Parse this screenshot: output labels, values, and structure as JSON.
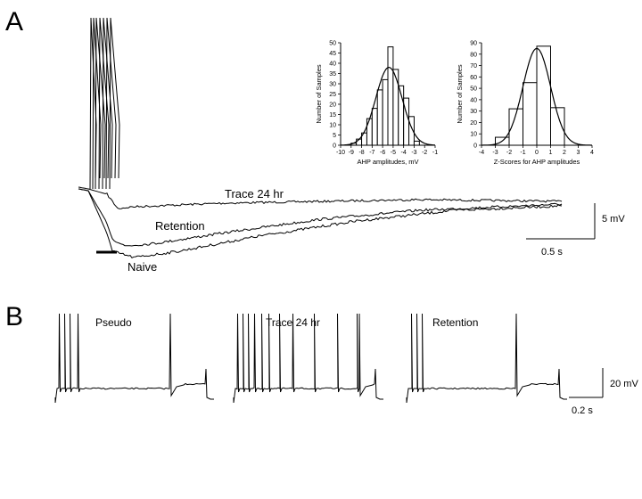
{
  "panels": {
    "a": {
      "letter": "A",
      "trace_labels": [
        "Trace 24 hr",
        "Retention",
        "Naive"
      ],
      "scale_bar": {
        "voltage_label": "5 mV",
        "time_label": "0.5 s"
      }
    },
    "b": {
      "letter": "B",
      "trace_labels": [
        "Pseudo",
        "Trace 24 hr",
        "Retention"
      ],
      "scale_bar": {
        "voltage_label": "20 mV",
        "time_label": "0.2 s"
      }
    }
  },
  "chart_data": [
    {
      "type": "bar",
      "xlabel": "AHP amplitudes, mV",
      "ylabel": "Number of Samples",
      "xlim": [
        -10,
        -1
      ],
      "ylim": [
        0,
        50
      ],
      "xticks": [
        -10,
        -9,
        -8,
        -7,
        -6,
        -5,
        -4,
        -3,
        -2,
        -1
      ],
      "yticks": [
        0,
        5,
        10,
        15,
        20,
        25,
        30,
        35,
        40,
        45,
        50
      ],
      "bin_width": 0.5,
      "bins_left": [
        -9,
        -8.5,
        -8,
        -7.5,
        -7,
        -6.5,
        -6,
        -5.5,
        -5,
        -4.5,
        -4,
        -3.5,
        -3
      ],
      "values": [
        1,
        3,
        6,
        13,
        18,
        27,
        32,
        48,
        37,
        29,
        23,
        14,
        2
      ],
      "fit": {
        "kind": "gaussian",
        "peak": 38,
        "mean": -5.4,
        "sd": 1.25
      }
    },
    {
      "type": "bar",
      "xlabel": "Z-Scores for AHP amplitudes",
      "ylabel": "Number of Samples",
      "xlim": [
        -4,
        4
      ],
      "ylim": [
        0,
        90
      ],
      "xticks": [
        -4,
        -3,
        -2,
        -1,
        0,
        1,
        2,
        3,
        4
      ],
      "yticks": [
        0,
        10,
        20,
        30,
        40,
        50,
        60,
        70,
        80,
        90
      ],
      "bin_width": 1,
      "bins_left": [
        -3,
        -2,
        -1,
        0,
        1
      ],
      "values": [
        7,
        32,
        55,
        87,
        33
      ],
      "fit": {
        "kind": "gaussian",
        "peak": 85,
        "mean": 0,
        "sd": 1
      }
    }
  ],
  "colors": {
    "ink": "#000000",
    "paper": "#ffffff"
  }
}
